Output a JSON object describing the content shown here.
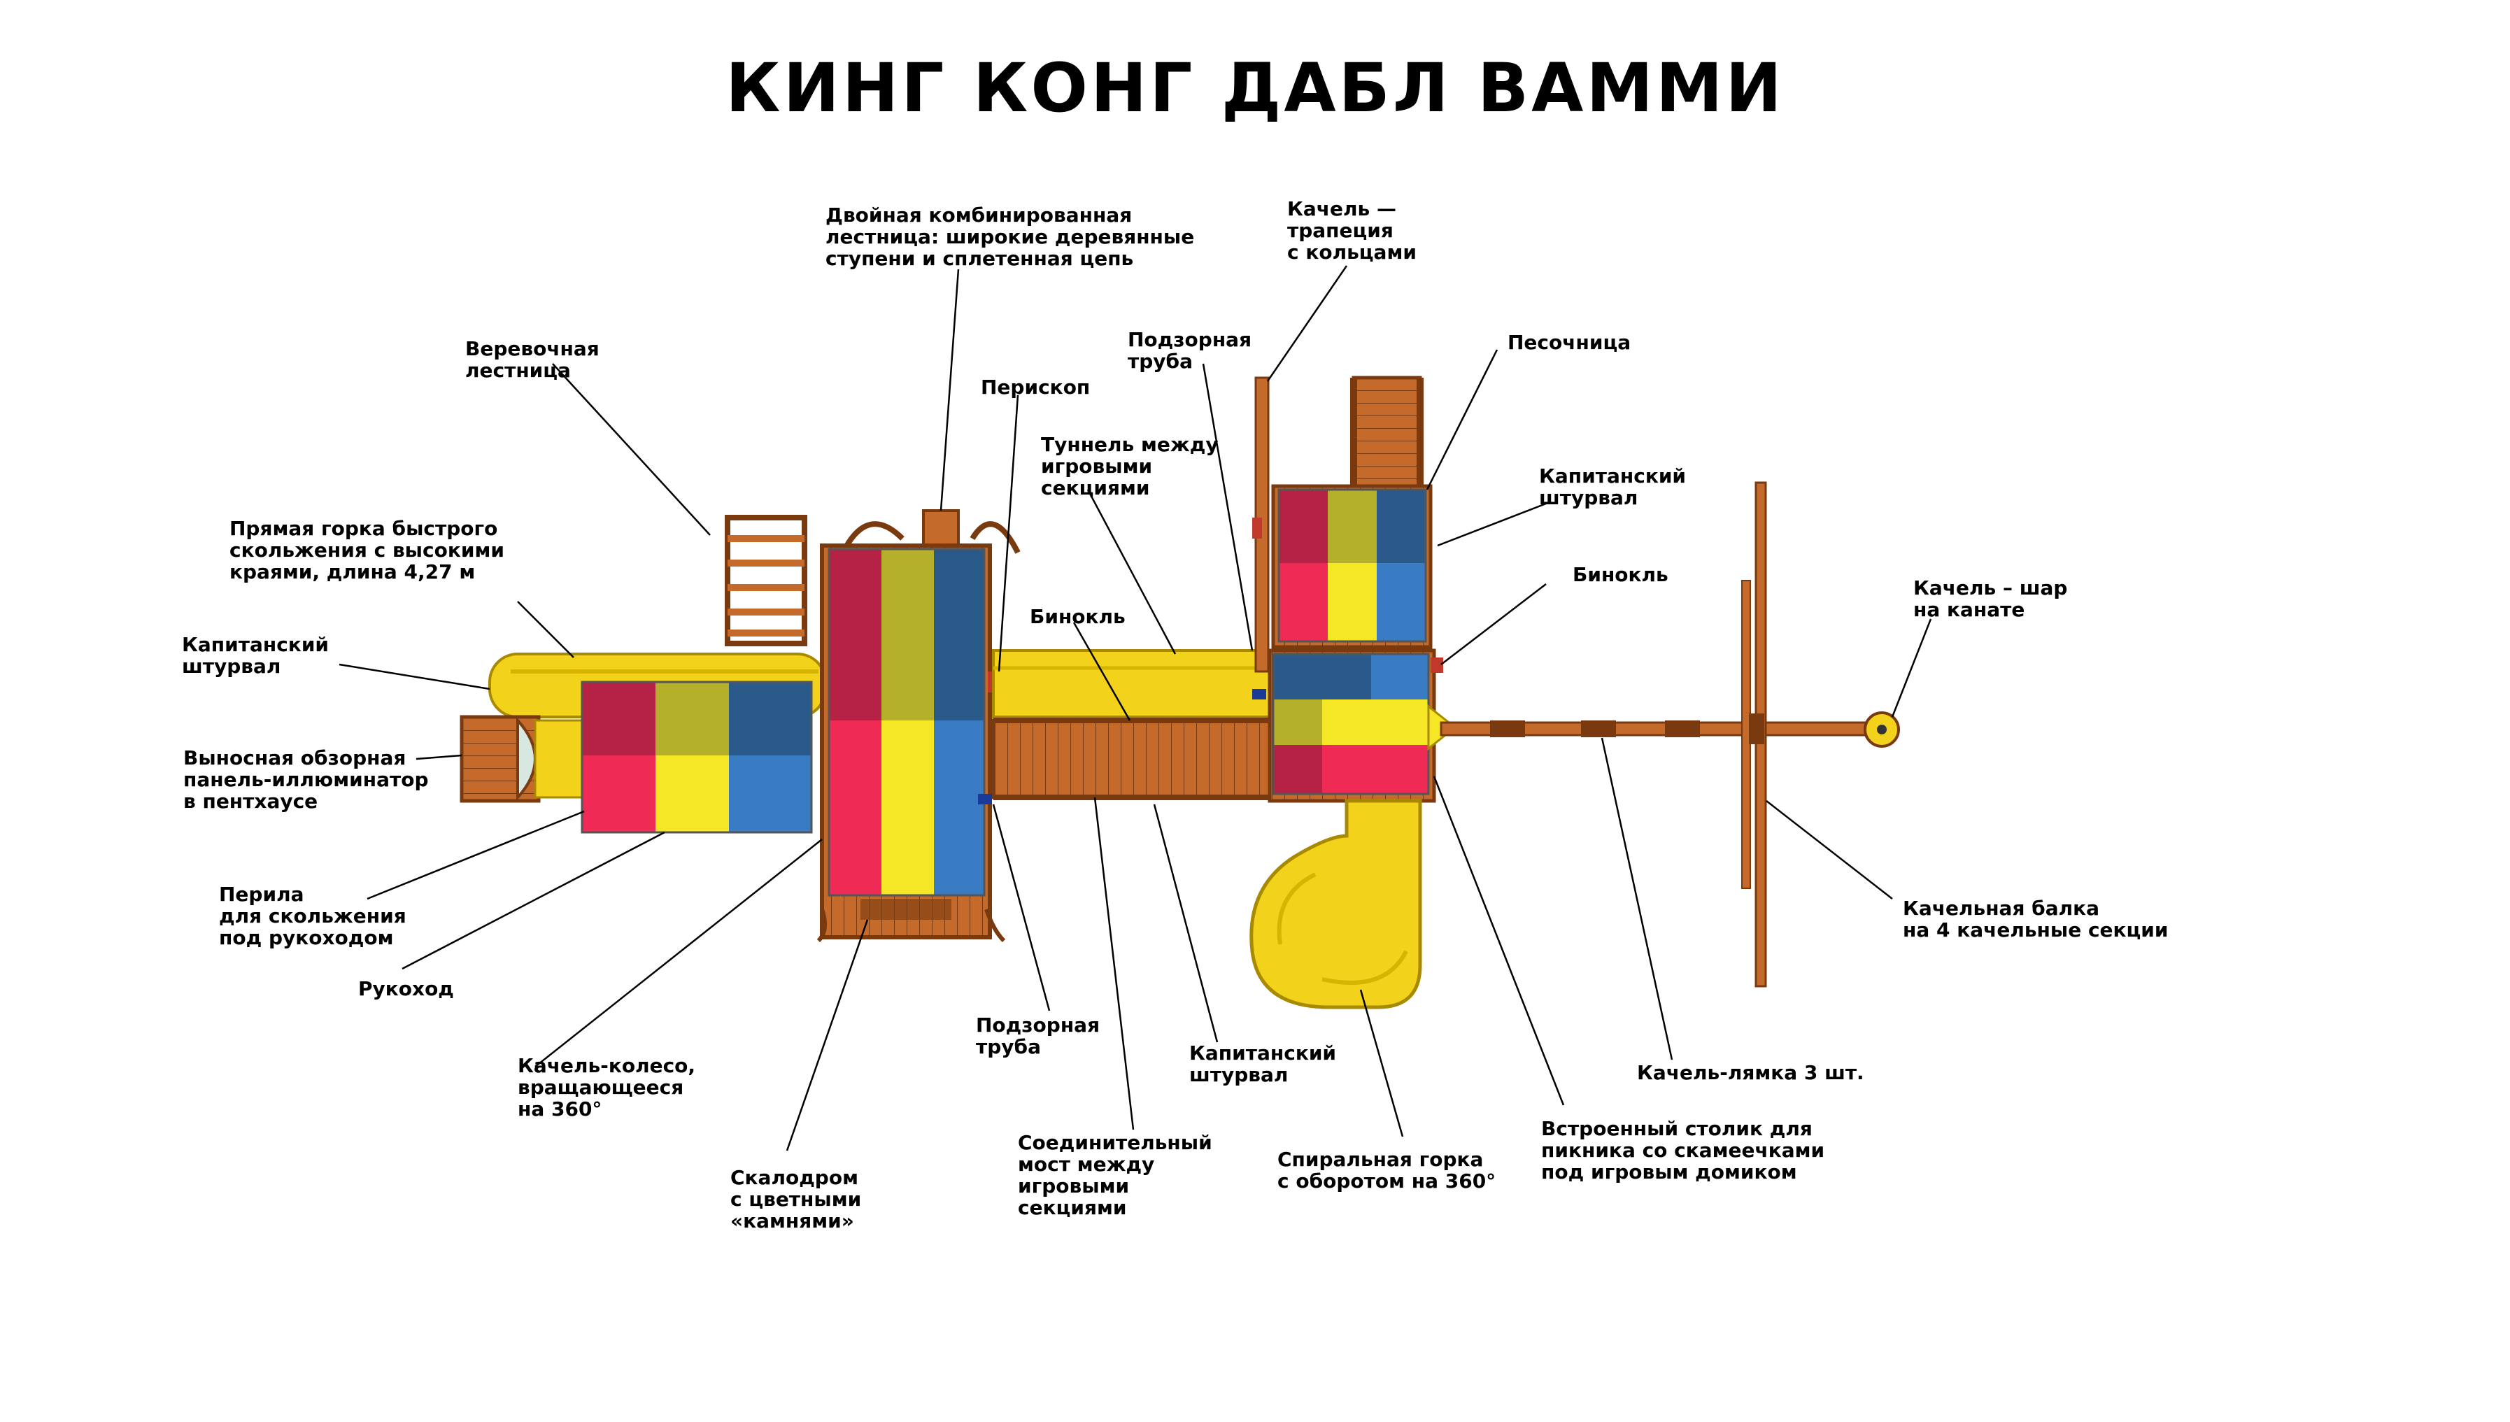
{
  "title": "КИНГ КОНГ ДАБЛ ВАММИ",
  "colors": {
    "wood": "#c46a2a",
    "wood_dark": "#7a3a10",
    "yellow": "#f2d21a",
    "yellow_dark": "#d6b400",
    "red": "#ef2a55",
    "crimson": "#b52245",
    "olive": "#b5b02a",
    "navy": "#2a5a8a",
    "blue": "#3a7cc4",
    "bright_yellow": "#f5e626"
  },
  "labels": {
    "rope_ladder": "Веревочная\nлестница",
    "double_ladder": "Двойная комбинированная\nлестница: широкие деревянные\nступени и сплетенная цепь",
    "trapeze": "Качель —\nтрапеция\nс кольцами",
    "spyglass_top": "Подзорная\nтруба",
    "periscope": "Перископ",
    "tunnel": "Туннель между\nигровыми\nсекциями",
    "sandbox": "Песочница",
    "straight_slide": "Прямая горка быстрого\nскольжения с высокими\nкраями, длина 4,27 м",
    "wheel_left": "Капитанский\nштурвал",
    "wheel_right_top": "Капитанский\nштурвал",
    "binoculars_mid": "Бинокль",
    "binoculars_right": "Бинокль",
    "ball_swing": "Качель – шар\nна канате",
    "viewing_panel": "Выносная обзорная\nпанель-иллюминатор\nв пентхаусе",
    "rails": "Перила\nдля скольжения\nпод рукоходом",
    "monkey_bars": "Рукоход",
    "tire_swing": "Качель-колесо,\nвращающееся\nна 360°",
    "climbing_wall": "Скалодром\nс цветными\n«камнями»",
    "spyglass_bottom": "Подзорная\nтруба",
    "bridge": "Соединительный\nмост между\nигровыми\nсекциями",
    "wheel_bottom": "Капитанский\nштурвал",
    "spiral_slide": "Спиральная горка\nс оборотом на 360°",
    "picnic_table": "Встроенный столик для\nпикника со скамеечками\nпод игровым домиком",
    "belt_swings": "Качель-лямка 3 шт.",
    "swing_beam": "Качельная балка\nна 4 качельные секции"
  }
}
